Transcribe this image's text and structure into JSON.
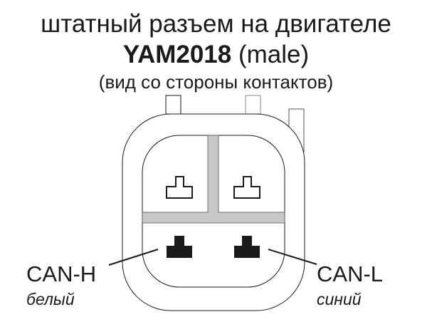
{
  "header": {
    "line1": "штатный разъем на двигателе",
    "model": "YAM2018",
    "gender": "(male)",
    "line3": "(вид со стороны контактов)"
  },
  "connector": {
    "pin_count": 4,
    "divider_color": "#c8c8c8",
    "outline_color": "#1a1a1a",
    "pins": [
      {
        "id": "top-left",
        "state": "empty"
      },
      {
        "id": "top-right",
        "state": "empty"
      },
      {
        "id": "bottom-left",
        "state": "populated",
        "signal": "CAN-H"
      },
      {
        "id": "bottom-right",
        "state": "populated",
        "signal": "CAN-L"
      }
    ]
  },
  "labels": {
    "can_h": {
      "signal": "CAN-H",
      "wire_color": "белый"
    },
    "can_l": {
      "signal": "CAN-L",
      "wire_color": "синий"
    }
  }
}
